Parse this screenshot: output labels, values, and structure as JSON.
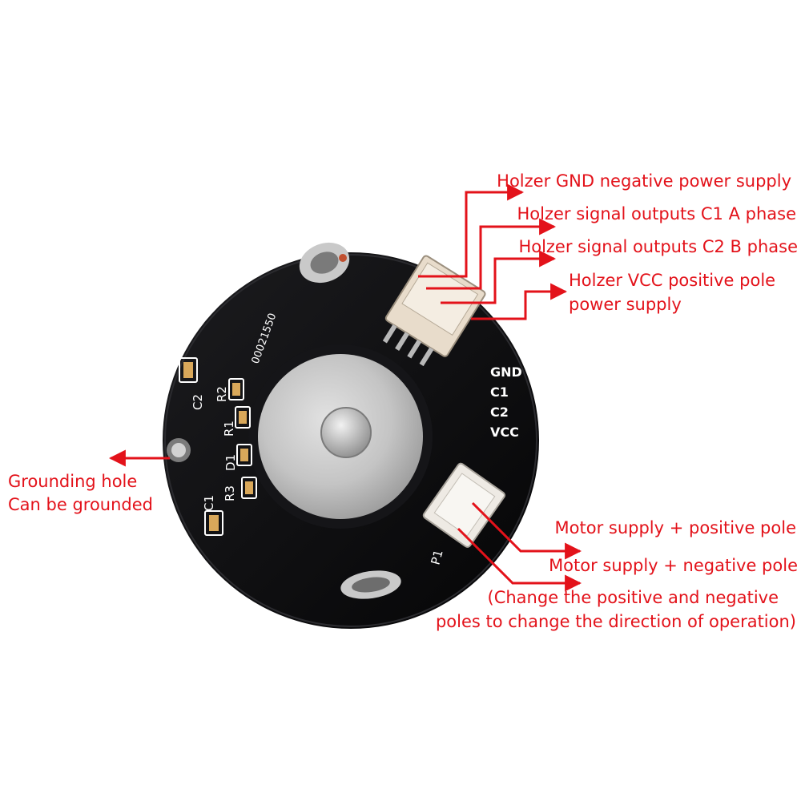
{
  "labels": {
    "hall_gnd": "Holzer GND negative power supply",
    "hall_c1": "Holzer signal outputs C1 A phase",
    "hall_c2": "Holzer signal outputs C2 B phase",
    "hall_vcc_line1": "Holzer VCC positive pole",
    "hall_vcc_line2": "power supply",
    "grounding_line1": "Grounding hole",
    "grounding_line2": "Can be grounded",
    "motor_pos": "Motor supply + positive pole",
    "motor_neg": "Motor supply + negative pole",
    "note_line1": "(Change the positive and negative",
    "note_line2": "poles to change the direction of operation)"
  },
  "board": {
    "serial": "00021550",
    "pins": [
      "GND",
      "C1",
      "C2",
      "VCC"
    ],
    "components": [
      "C2",
      "R2",
      "R1",
      "D1",
      "R3",
      "C1"
    ],
    "power_connector": "P1"
  },
  "colors": {
    "annotation": "#e3121a",
    "board": "#0b0b0c",
    "silkscreen": "#ffffff",
    "connector": "#e8dccb"
  }
}
